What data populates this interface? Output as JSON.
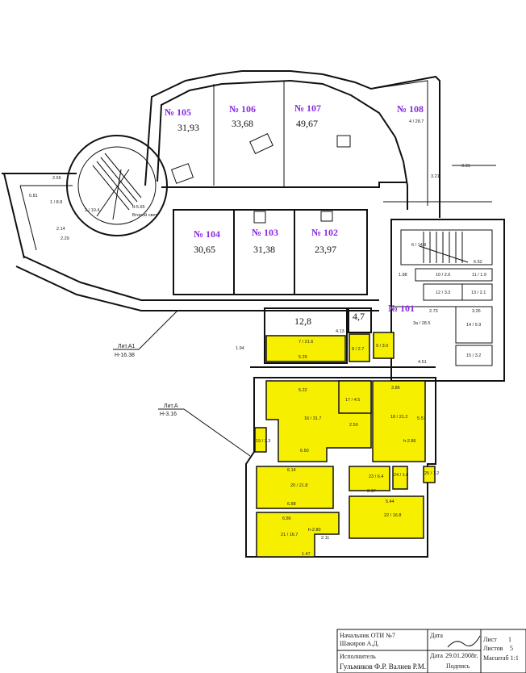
{
  "plan": {
    "upper_rooms": [
      {
        "number": "№ 105",
        "area": "31,93"
      },
      {
        "number": "№ 106",
        "area": "33,68"
      },
      {
        "number": "№ 107",
        "area": "49,67"
      },
      {
        "number": "№ 108",
        "area": "4 / 28.7"
      },
      {
        "number": "№ 104",
        "area": "30,65"
      },
      {
        "number": "№ 103",
        "area": "31,38"
      },
      {
        "number": "№ 102",
        "area": "23,97"
      },
      {
        "number": "№ 101",
        "area": "3a / 28.5"
      }
    ],
    "plain_areas": [
      "12,8",
      "4,7"
    ],
    "small_rooms": [
      {
        "label": "1 / 8.8"
      },
      {
        "label": "2 / 10.4"
      },
      {
        "label": "6 / 14.9"
      },
      {
        "label": "10 / 2.6"
      },
      {
        "label": "11 / 1.9"
      },
      {
        "label": "12 / 3.3"
      },
      {
        "label": "13 / 2.1"
      },
      {
        "label": "14 / 5.9"
      },
      {
        "label": "15 / 3.2"
      }
    ],
    "yellow_rooms": [
      {
        "label": "7 / 21.6"
      },
      {
        "label": "8 / 2.7"
      },
      {
        "label": "9 / 3.0"
      },
      {
        "label": "16 / 31.7"
      },
      {
        "label": "17 / 4.5"
      },
      {
        "label": "18 / 21.2"
      },
      {
        "label": "19 / 2.3"
      },
      {
        "label": "20 / 21.8"
      },
      {
        "label": "21 / 16.7"
      },
      {
        "label": "22 / 16.8"
      },
      {
        "label": "23 / 6.4"
      },
      {
        "label": "24 / 1.8"
      },
      {
        "label": "25 / 1.2"
      }
    ],
    "dimensions": [
      "2.65",
      "0.81",
      "2.14",
      "2.29",
      "5.22",
      "2.50",
      "6.50",
      "6.14",
      "6.88",
      "3.17",
      "5.44",
      "6.86",
      "2.11",
      "1.47",
      "3.86",
      "5.57",
      "4.51",
      "2.73",
      "3.26",
      "1.88",
      "6.52",
      "3.31",
      "3.21",
      "5.29",
      "4.13",
      "1.94",
      "h-2.86",
      "h-2.80",
      "d-5.65",
      "Второй свет"
    ],
    "annotations": [
      {
        "title": "Лит.А1",
        "value": "Н-16.38"
      },
      {
        "title": "Лит.А",
        "value": "Н-3.16"
      }
    ],
    "colors": {
      "highlight": "#f6f000",
      "room_number": "#8a2be2"
    }
  },
  "title_block": {
    "chief": "Начальник ОТИ №7",
    "chief_name": "Шакиров А.Д.",
    "executor": "Исполнитель",
    "executor_name": "Гульмиков Ф.Р. Валиев Р.М.",
    "date_label": "Дата",
    "date": "29.01.2008г.",
    "signature_label": "Подпись",
    "sheet_label": "Лист",
    "sheet": "1",
    "sheets_label": "Листов",
    "sheets": "5",
    "scale_label": "Масштаб 1:1"
  }
}
